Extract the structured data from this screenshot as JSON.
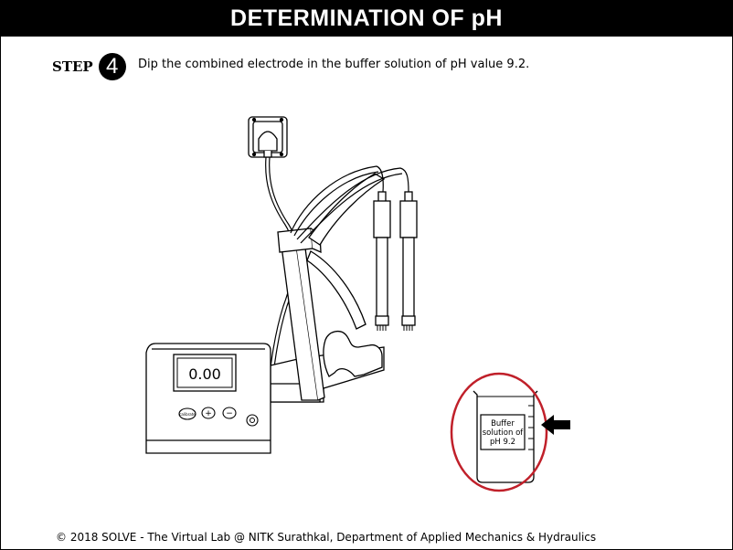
{
  "header": {
    "title": "DETERMINATION OF pH"
  },
  "step": {
    "label": "STEP",
    "number": "4",
    "instruction": "Dip the combined electrode in the buffer solution of pH value 9.2."
  },
  "meter": {
    "display_value": "0.00",
    "button_calibrate_label": "calibrate",
    "button_plus_label": "+",
    "button_minus_label": "−"
  },
  "beaker": {
    "label_line1": "Buffer",
    "label_line2": "solution of",
    "label_line3": "pH 9.2"
  },
  "colors": {
    "highlight_circle": "#c0202a",
    "header_bg": "#000000"
  },
  "footer": {
    "text": "© 2018 SOLVE - The Virtual Lab @ NITK Surathkal, Department of Applied Mechanics & Hydraulics"
  }
}
